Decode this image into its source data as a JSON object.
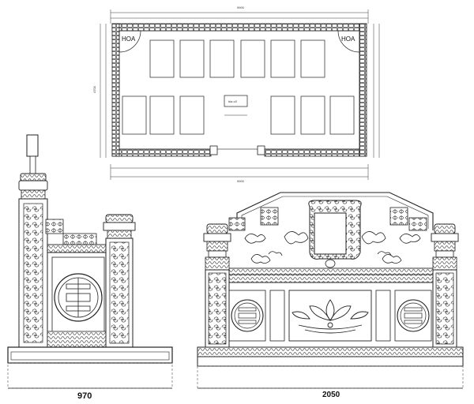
{
  "plan": {
    "corner_left": "HOA",
    "corner_right": "HOA",
    "center_label": "bia cổ",
    "overall_width": "9900",
    "overall_depth": "4700"
  },
  "elevations": {
    "side_width": "970",
    "front_width": "2050"
  }
}
